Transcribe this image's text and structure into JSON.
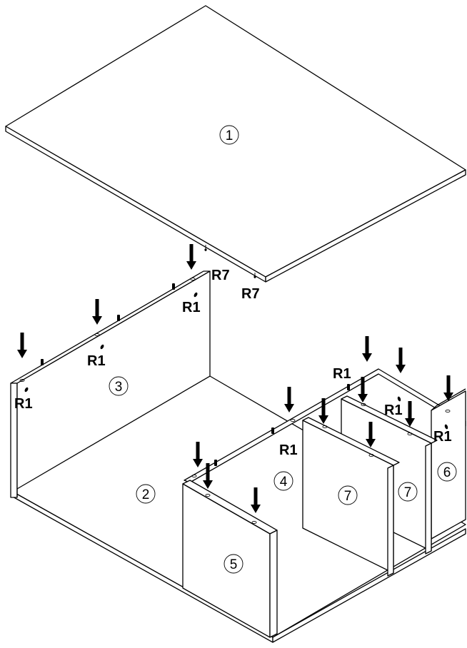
{
  "diagram": {
    "part_numbers": [
      {
        "id": "p1",
        "text": "1"
      },
      {
        "id": "p2",
        "text": "2"
      },
      {
        "id": "p3",
        "text": "3"
      },
      {
        "id": "p4",
        "text": "4"
      },
      {
        "id": "p5",
        "text": "5"
      },
      {
        "id": "p6",
        "text": "6"
      },
      {
        "id": "p7a",
        "text": "7"
      },
      {
        "id": "p7b",
        "text": "7"
      }
    ],
    "hardware_labels": {
      "dowel": "R1",
      "pin": "R7"
    },
    "colors": {
      "line": "#000000",
      "panel": "#ffffff",
      "arrow": "#000000"
    }
  }
}
